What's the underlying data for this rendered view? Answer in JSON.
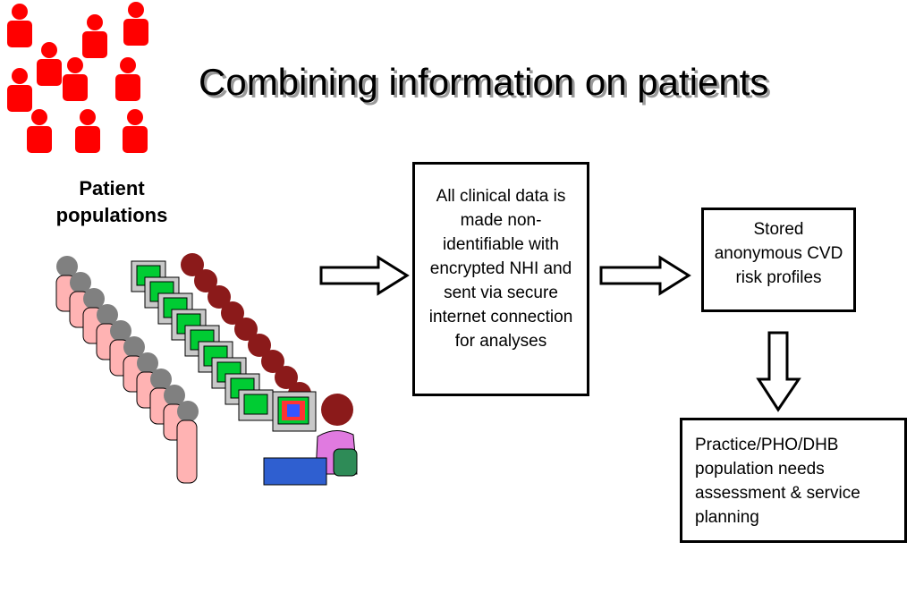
{
  "slide": {
    "title": "Combining information on patients",
    "patient_label": "Patient populations"
  },
  "boxes": {
    "processing": "All clinical data is made non-identifiable with encrypted NHI and sent via secure internet connection for analyses",
    "stored": "Stored anonymous CVD risk profiles",
    "planning": "Practice/PHO/DHB population needs assessment & service planning"
  },
  "colors": {
    "patient_icon": "#ff0000",
    "monitor": "#c8c8c8",
    "screen": "#00cc33",
    "hair": "#8b1a1a",
    "operator_shirt": "#e07ae0"
  },
  "icons": {
    "patients": "person-icon-group",
    "arrows": "outline-arrow-icon",
    "illustration": "computer-workers-clipart"
  }
}
